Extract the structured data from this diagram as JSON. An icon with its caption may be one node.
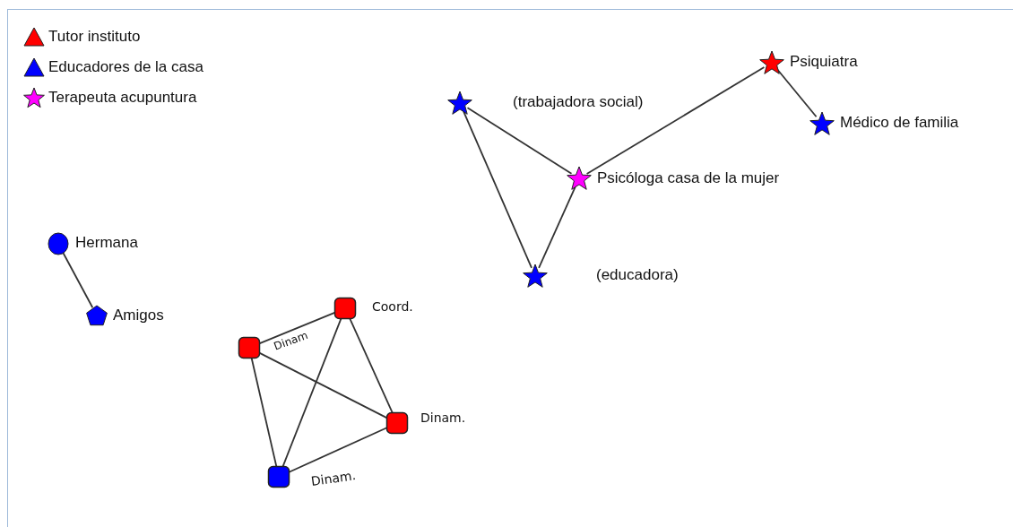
{
  "diagram": {
    "nodes": [
      {
        "text": [],
        "shape": "star",
        "beside": [
          "Psiquiatra"
        ]
      },
      {
        "text": [],
        "shape": "star",
        "beside": [
          "(trabajadora social)"
        ]
      },
      {
        "text": [],
        "shape": "star",
        "beside": [
          "Médico de familia"
        ]
      },
      {
        "text": [],
        "shape": "star",
        "beside": [
          "Psicóloga casa de la mujer"
        ]
      },
      {
        "text": [],
        "shape": "circle",
        "beside": [
          "Hermana"
        ]
      },
      {
        "text": [],
        "shape": "star",
        "beside": [
          "(educadora)"
        ]
      },
      {
        "text": [],
        "shape": "box",
        "beside": [
          "Coord."
        ]
      },
      {
        "text": [],
        "shape": "pentagon",
        "beside": [
          "Amigos"
        ]
      },
      {
        "text": [],
        "shape": "box",
        "beside": [
          "Dinam"
        ]
      },
      {
        "text": [],
        "shape": "box",
        "beside": [
          "Dinam."
        ]
      },
      {
        "text": [],
        "shape": "box",
        "beside": [
          "Dinam."
        ]
      }
    ],
    "edges": [
      {
        "from": 1,
        "to": 3,
        "arrow": "none"
      },
      {
        "from": 1,
        "to": 5,
        "arrow": "none"
      },
      {
        "from": 3,
        "to": 5,
        "arrow": "none"
      },
      {
        "from": 3,
        "to": 0,
        "arrow": "none"
      },
      {
        "from": 0,
        "to": 2,
        "arrow": "none"
      },
      {
        "from": 4,
        "to": 7,
        "arrow": "none"
      },
      {
        "from": 8,
        "to": 6,
        "arrow": "none"
      },
      {
        "from": 6,
        "to": 9,
        "arrow": "none"
      },
      {
        "from": 6,
        "to": 10,
        "arrow": "none"
      },
      {
        "from": 8,
        "to": 9,
        "arrow": "none"
      },
      {
        "from": 8,
        "to": 10,
        "arrow": "none"
      },
      {
        "from": 9,
        "to": 10,
        "arrow": "none"
      }
    ],
    "legend": [
      {
        "text": "Tutor instituto",
        "color": "#ff0000"
      },
      {
        "text": "Educadores de la casa",
        "color": "#0000ff"
      },
      {
        "text": "Terapeuta acupuntura",
        "color": "#ff00ff"
      }
    ]
  }
}
